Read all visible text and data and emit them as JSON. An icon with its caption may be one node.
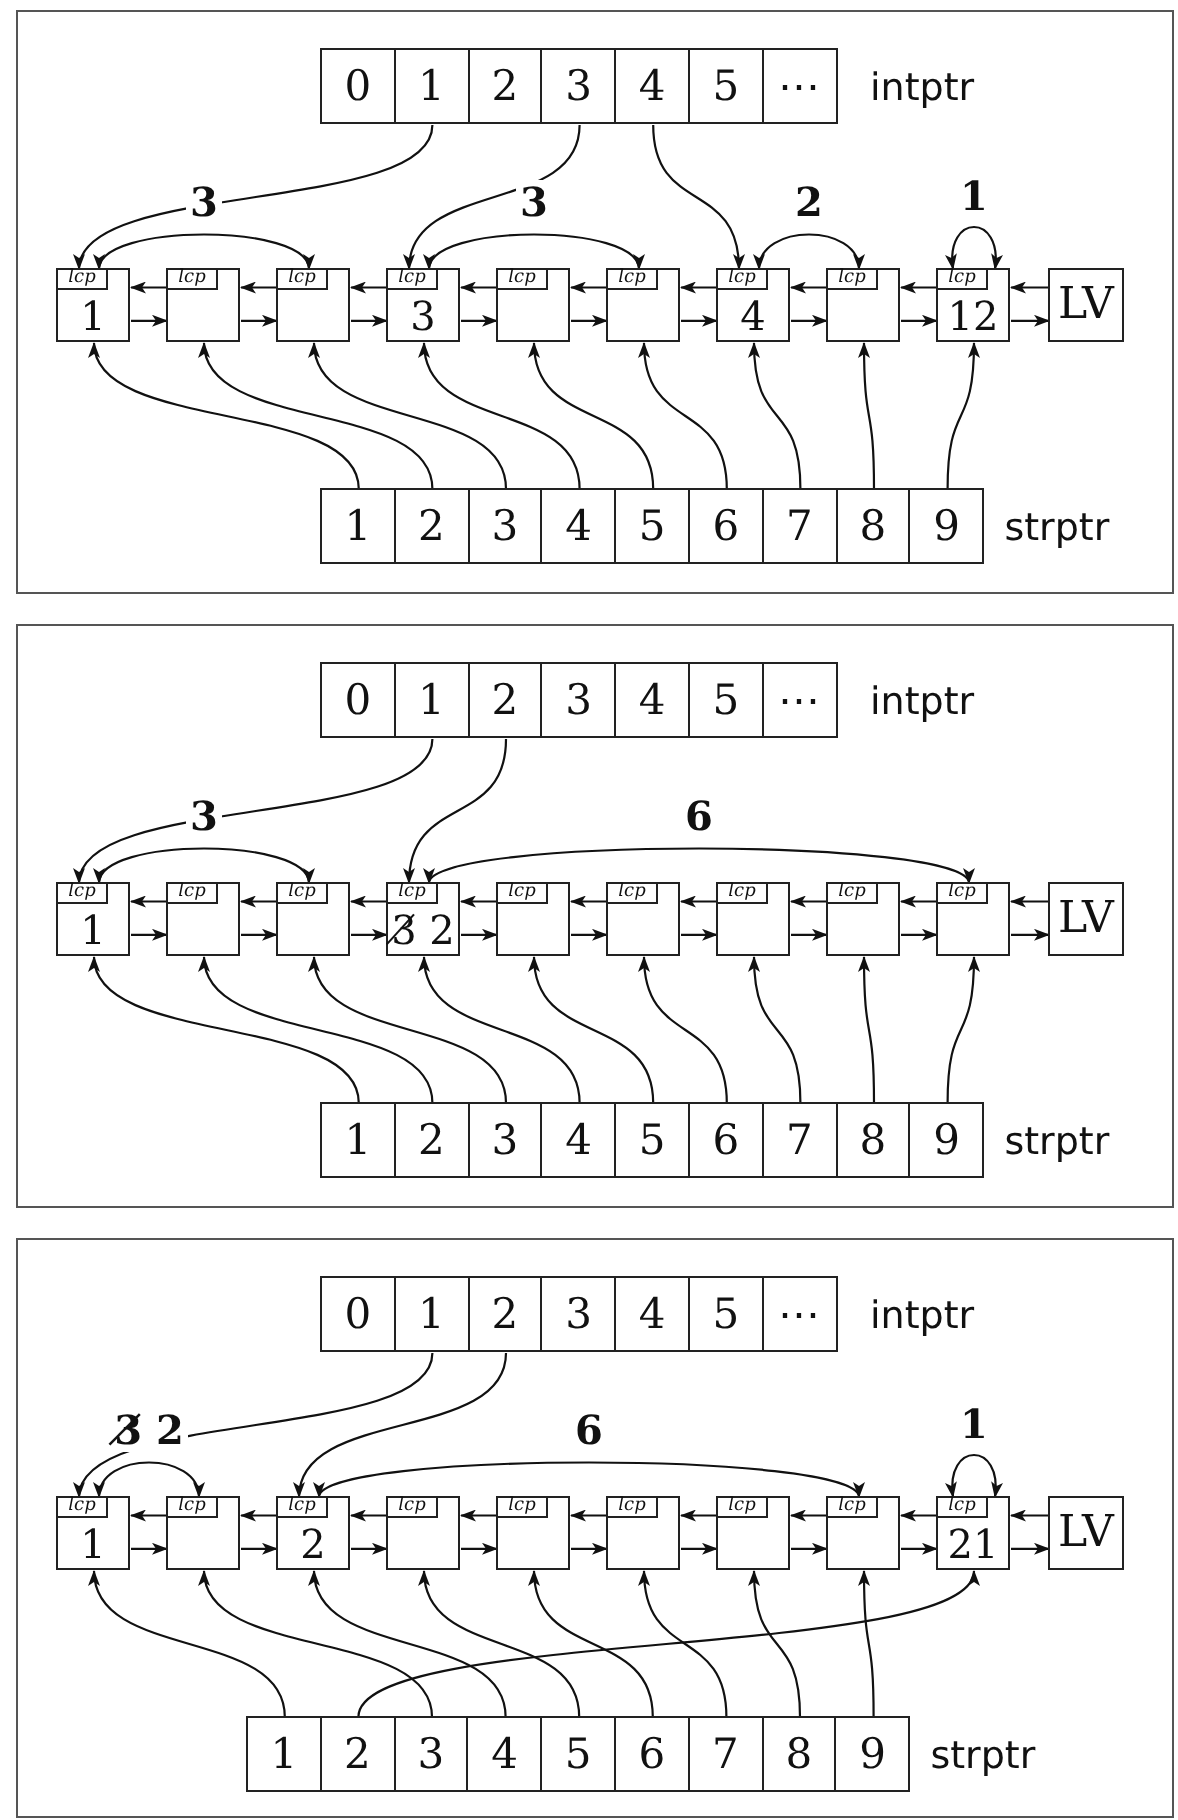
{
  "diagram": {
    "nodes": [
      {
        "text": [],
        "shape": "box"
      },
      {
        "text": [
          "0"
        ],
        "in": 0
      },
      {
        "text": [
          "1"
        ],
        "in": 0
      },
      {
        "text": [
          "2"
        ],
        "in": 0
      },
      {
        "text": [
          "3"
        ],
        "in": 0
      },
      {
        "text": [
          "4"
        ],
        "in": 0
      },
      {
        "text": [
          "5"
        ],
        "in": 0
      },
      {
        "text": [
          "⋯"
        ],
        "in": 0
      },
      {
        "text": [
          "lcp",
          "1"
        ],
        "in": 0
      },
      {
        "text": [
          "lcp"
        ],
        "in": 0
      },
      {
        "text": [
          "lcp"
        ],
        "in": 0
      },
      {
        "text": [
          "lcp",
          "3"
        ],
        "in": 0
      },
      {
        "text": [
          "lcp"
        ],
        "in": 0
      },
      {
        "text": [
          "lcp"
        ],
        "in": 0
      },
      {
        "text": [
          "lcp",
          "4"
        ],
        "in": 0
      },
      {
        "text": [
          "lcp"
        ],
        "in": 0
      },
      {
        "text": [
          "lcp",
          "12"
        ],
        "in": 0
      },
      {
        "text": [
          "LV"
        ],
        "in": 0
      },
      {
        "text": [
          "1"
        ],
        "in": 0
      },
      {
        "text": [
          "2"
        ],
        "in": 0
      },
      {
        "text": [
          "3"
        ],
        "in": 0
      },
      {
        "text": [
          "4"
        ],
        "in": 0
      },
      {
        "text": [
          "5"
        ],
        "in": 0
      },
      {
        "text": [
          "6"
        ],
        "in": 0
      },
      {
        "text": [
          "7"
        ],
        "in": 0
      },
      {
        "text": [
          "8"
        ],
        "in": 0
      },
      {
        "text": [
          "9"
        ],
        "in": 0
      },
      {
        "text": [],
        "shape": "box"
      },
      {
        "text": [
          "0"
        ],
        "in": 27
      },
      {
        "text": [
          "1"
        ],
        "in": 27
      },
      {
        "text": [
          "2"
        ],
        "in": 27
      },
      {
        "text": [
          "3"
        ],
        "in": 27
      },
      {
        "text": [
          "4"
        ],
        "in": 27
      },
      {
        "text": [
          "5"
        ],
        "in": 27
      },
      {
        "text": [
          "⋯"
        ],
        "in": 27
      },
      {
        "text": [
          "lcp",
          "1"
        ],
        "in": 27
      },
      {
        "text": [
          "lcp"
        ],
        "in": 27
      },
      {
        "text": [
          "lcp"
        ],
        "in": 27
      },
      {
        "text": [
          "lcp",
          "3̸ 2"
        ],
        "in": 27
      },
      {
        "text": [
          "lcp"
        ],
        "in": 27
      },
      {
        "text": [
          "lcp"
        ],
        "in": 27
      },
      {
        "text": [
          "lcp"
        ],
        "in": 27
      },
      {
        "text": [
          "lcp"
        ],
        "in": 27
      },
      {
        "text": [
          "lcp"
        ],
        "in": 27
      },
      {
        "text": [
          "LV"
        ],
        "in": 27
      },
      {
        "text": [
          "1"
        ],
        "in": 27
      },
      {
        "text": [
          "2"
        ],
        "in": 27
      },
      {
        "text": [
          "3"
        ],
        "in": 27
      },
      {
        "text": [
          "4"
        ],
        "in": 27
      },
      {
        "text": [
          "5"
        ],
        "in": 27
      },
      {
        "text": [
          "6"
        ],
        "in": 27
      },
      {
        "text": [
          "7"
        ],
        "in": 27
      },
      {
        "text": [
          "8"
        ],
        "in": 27
      },
      {
        "text": [
          "9"
        ],
        "in": 27
      },
      {
        "text": [],
        "shape": "box"
      },
      {
        "text": [
          "0"
        ],
        "in": 54
      },
      {
        "text": [
          "1"
        ],
        "in": 54
      },
      {
        "text": [
          "2"
        ],
        "in": 54
      },
      {
        "text": [
          "3"
        ],
        "in": 54
      },
      {
        "text": [
          "4"
        ],
        "in": 54
      },
      {
        "text": [
          "5"
        ],
        "in": 54
      },
      {
        "text": [
          "⋯"
        ],
        "in": 54
      },
      {
        "text": [
          "lcp",
          "1"
        ],
        "in": 54
      },
      {
        "text": [
          "lcp"
        ],
        "in": 54
      },
      {
        "text": [
          "lcp",
          "2"
        ],
        "in": 54
      },
      {
        "text": [
          "lcp"
        ],
        "in": 54
      },
      {
        "text": [
          "lcp"
        ],
        "in": 54
      },
      {
        "text": [
          "lcp"
        ],
        "in": 54
      },
      {
        "text": [
          "lcp"
        ],
        "in": 54
      },
      {
        "text": [
          "lcp"
        ],
        "in": 54
      },
      {
        "text": [
          "lcp",
          "21"
        ],
        "in": 54
      },
      {
        "text": [
          "LV"
        ],
        "in": 54
      },
      {
        "text": [
          "1"
        ],
        "in": 54
      },
      {
        "text": [
          "2"
        ],
        "in": 54
      },
      {
        "text": [
          "3"
        ],
        "in": 54
      },
      {
        "text": [
          "4"
        ],
        "in": 54
      },
      {
        "text": [
          "5"
        ],
        "in": 54
      },
      {
        "text": [
          "6"
        ],
        "in": 54
      },
      {
        "text": [
          "7"
        ],
        "in": 54
      },
      {
        "text": [
          "8"
        ],
        "in": 54
      },
      {
        "text": [
          "9"
        ],
        "in": 54
      }
    ],
    "edges": [
      {
        "from": 8,
        "to": 9,
        "arrow": "to"
      },
      {
        "from": 9,
        "to": 10,
        "arrow": "to"
      },
      {
        "from": 10,
        "to": 11,
        "arrow": "to"
      },
      {
        "from": 11,
        "to": 12,
        "arrow": "to"
      },
      {
        "from": 12,
        "to": 13,
        "arrow": "to"
      },
      {
        "from": 13,
        "to": 14,
        "arrow": "to"
      },
      {
        "from": 14,
        "to": 15,
        "arrow": "to"
      },
      {
        "from": 15,
        "to": 16,
        "arrow": "to"
      },
      {
        "from": 16,
        "to": 17,
        "arrow": "to"
      },
      {
        "from": 9,
        "to": 8,
        "arrow": "to"
      },
      {
        "from": 10,
        "to": 9,
        "arrow": "to"
      },
      {
        "from": 11,
        "to": 10,
        "arrow": "to"
      },
      {
        "from": 12,
        "to": 11,
        "arrow": "to"
      },
      {
        "from": 13,
        "to": 12,
        "arrow": "to"
      },
      {
        "from": 14,
        "to": 13,
        "arrow": "to"
      },
      {
        "from": 15,
        "to": 14,
        "arrow": "to"
      },
      {
        "from": 16,
        "to": 15,
        "arrow": "to"
      },
      {
        "from": 17,
        "to": 16,
        "arrow": "to"
      },
      {
        "from": 18,
        "to": 8,
        "arrow": "to"
      },
      {
        "from": 19,
        "to": 9,
        "arrow": "to"
      },
      {
        "from": 20,
        "to": 10,
        "arrow": "to"
      },
      {
        "from": 21,
        "to": 11,
        "arrow": "to"
      },
      {
        "from": 22,
        "to": 12,
        "arrow": "to"
      },
      {
        "from": 23,
        "to": 13,
        "arrow": "to"
      },
      {
        "from": 24,
        "to": 14,
        "arrow": "to"
      },
      {
        "from": 25,
        "to": 15,
        "arrow": "to"
      },
      {
        "from": 26,
        "to": 16,
        "arrow": "to"
      },
      {
        "from": 2,
        "to": 8,
        "arrow": "to"
      },
      {
        "from": 4,
        "to": 11,
        "arrow": "to"
      },
      {
        "from": 5,
        "to": 14,
        "arrow": "to"
      },
      {
        "from": 8,
        "to": 10,
        "arrow": "both",
        "label": "3"
      },
      {
        "from": 11,
        "to": 13,
        "arrow": "both",
        "label": "3"
      },
      {
        "from": 14,
        "to": 15,
        "arrow": "both",
        "label": "2"
      },
      {
        "from": 16,
        "to": 16,
        "arrow": "both",
        "label": "1"
      },
      {
        "from": 35,
        "to": 36,
        "arrow": "to"
      },
      {
        "from": 36,
        "to": 37,
        "arrow": "to"
      },
      {
        "from": 37,
        "to": 38,
        "arrow": "to"
      },
      {
        "from": 38,
        "to": 39,
        "arrow": "to"
      },
      {
        "from": 39,
        "to": 40,
        "arrow": "to"
      },
      {
        "from": 40,
        "to": 41,
        "arrow": "to"
      },
      {
        "from": 41,
        "to": 42,
        "arrow": "to"
      },
      {
        "from": 42,
        "to": 43,
        "arrow": "to"
      },
      {
        "from": 43,
        "to": 44,
        "arrow": "to"
      },
      {
        "from": 36,
        "to": 35,
        "arrow": "to"
      },
      {
        "from": 37,
        "to": 36,
        "arrow": "to"
      },
      {
        "from": 38,
        "to": 37,
        "arrow": "to"
      },
      {
        "from": 39,
        "to": 38,
        "arrow": "to"
      },
      {
        "from": 40,
        "to": 39,
        "arrow": "to"
      },
      {
        "from": 41,
        "to": 40,
        "arrow": "to"
      },
      {
        "from": 42,
        "to": 41,
        "arrow": "to"
      },
      {
        "from": 43,
        "to": 42,
        "arrow": "to"
      },
      {
        "from": 44,
        "to": 43,
        "arrow": "to"
      },
      {
        "from": 45,
        "to": 35,
        "arrow": "to"
      },
      {
        "from": 46,
        "to": 36,
        "arrow": "to"
      },
      {
        "from": 47,
        "to": 37,
        "arrow": "to"
      },
      {
        "from": 48,
        "to": 38,
        "arrow": "to"
      },
      {
        "from": 49,
        "to": 39,
        "arrow": "to"
      },
      {
        "from": 50,
        "to": 40,
        "arrow": "to"
      },
      {
        "from": 51,
        "to": 41,
        "arrow": "to"
      },
      {
        "from": 52,
        "to": 42,
        "arrow": "to"
      },
      {
        "from": 53,
        "to": 43,
        "arrow": "to"
      },
      {
        "from": 29,
        "to": 35,
        "arrow": "to"
      },
      {
        "from": 30,
        "to": 38,
        "arrow": "to"
      },
      {
        "from": 35,
        "to": 37,
        "arrow": "both",
        "label": "3"
      },
      {
        "from": 38,
        "to": 43,
        "arrow": "both",
        "label": "6"
      },
      {
        "from": 62,
        "to": 63,
        "arrow": "to"
      },
      {
        "from": 63,
        "to": 64,
        "arrow": "to"
      },
      {
        "from": 64,
        "to": 65,
        "arrow": "to"
      },
      {
        "from": 65,
        "to": 66,
        "arrow": "to"
      },
      {
        "from": 66,
        "to": 67,
        "arrow": "to"
      },
      {
        "from": 67,
        "to": 68,
        "arrow": "to"
      },
      {
        "from": 68,
        "to": 69,
        "arrow": "to"
      },
      {
        "from": 69,
        "to": 70,
        "arrow": "to"
      },
      {
        "from": 70,
        "to": 71,
        "arrow": "to"
      },
      {
        "from": 63,
        "to": 62,
        "arrow": "to"
      },
      {
        "from": 64,
        "to": 63,
        "arrow": "to"
      },
      {
        "from": 65,
        "to": 64,
        "arrow": "to"
      },
      {
        "from": 66,
        "to": 65,
        "arrow": "to"
      },
      {
        "from": 67,
        "to": 66,
        "arrow": "to"
      },
      {
        "from": 68,
        "to": 67,
        "arrow": "to"
      },
      {
        "from": 69,
        "to": 68,
        "arrow": "to"
      },
      {
        "from": 70,
        "to": 69,
        "arrow": "to"
      },
      {
        "from": 71,
        "to": 70,
        "arrow": "to"
      },
      {
        "from": 72,
        "to": 62,
        "arrow": "to"
      },
      {
        "from": 73,
        "to": 70,
        "arrow": "to"
      },
      {
        "from": 74,
        "to": 63,
        "arrow": "to"
      },
      {
        "from": 75,
        "to": 64,
        "arrow": "to"
      },
      {
        "from": 76,
        "to": 65,
        "arrow": "to"
      },
      {
        "from": 77,
        "to": 66,
        "arrow": "to"
      },
      {
        "from": 78,
        "to": 67,
        "arrow": "to"
      },
      {
        "from": 79,
        "to": 68,
        "arrow": "to"
      },
      {
        "from": 80,
        "to": 69,
        "arrow": "to"
      },
      {
        "from": 56,
        "to": 62,
        "arrow": "to"
      },
      {
        "from": 57,
        "to": 64,
        "arrow": "to"
      },
      {
        "from": 62,
        "to": 63,
        "arrow": "both",
        "label": "3̸ 2"
      },
      {
        "from": 64,
        "to": 69,
        "arrow": "both",
        "label": "6"
      },
      {
        "from": 70,
        "to": 70,
        "arrow": "both",
        "label": "1"
      }
    ],
    "labels": [
      "intptr",
      "strptr",
      "intptr",
      "strptr",
      "intptr",
      "strptr"
    ]
  }
}
